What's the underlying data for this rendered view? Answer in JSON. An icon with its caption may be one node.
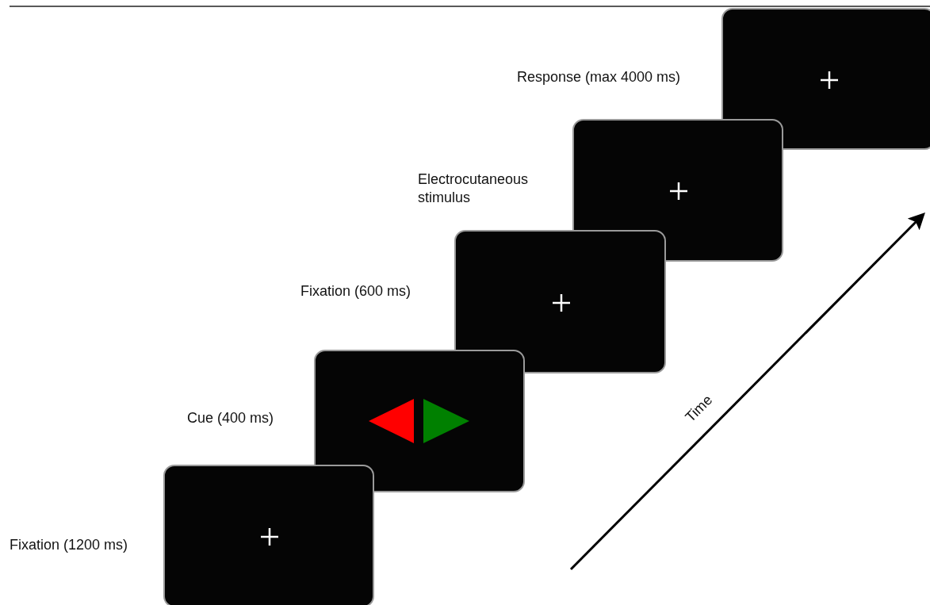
{
  "diagram": {
    "nodes": [
      {
        "text": [],
        "shape": "box",
        "beside": [
          "Fixation (1200 ms)"
        ]
      },
      {
        "text": [],
        "shape": "box",
        "beside": [
          "Cue (400 ms)"
        ]
      },
      {
        "text": [],
        "shape": "box",
        "beside": [
          "Fixation (600 ms)"
        ]
      },
      {
        "text": [],
        "shape": "box",
        "beside": [
          "Electrocutaneous stimulus"
        ]
      },
      {
        "text": [],
        "shape": "box",
        "beside": [
          "Response (max 4000 ms)"
        ]
      }
    ],
    "labels": [
      "Time"
    ]
  }
}
